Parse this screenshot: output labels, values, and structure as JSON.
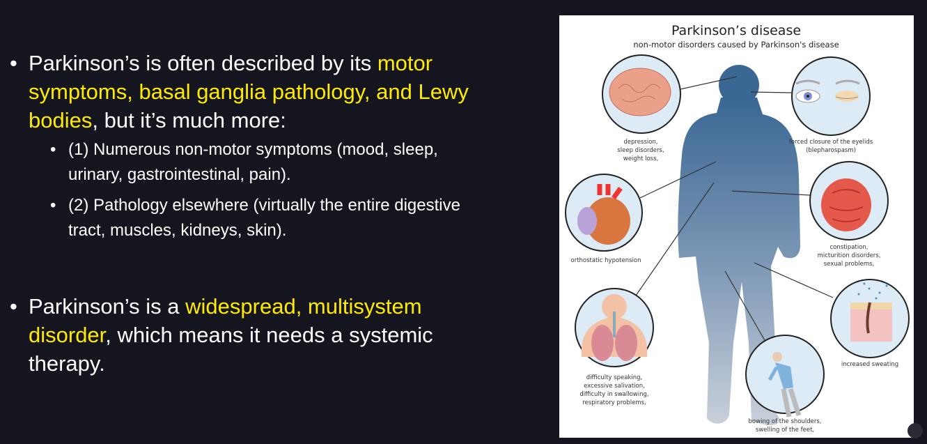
{
  "slide": {
    "bullet1": {
      "pre": "Parkinson’s is often described by its ",
      "highlight": "motor symptoms, basal ganglia pathology, and Lewy bodies",
      "post": ", but it’s much more:"
    },
    "sub_bullets": [
      "(1) Numerous non-motor symptoms (mood, sleep, urinary, gastrointestinal, pain).",
      "(2) Pathology elsewhere (virtually the entire digestive tract, muscles, kidneys, skin)."
    ],
    "bullet2": {
      "pre": "Parkinson’s is a ",
      "highlight": "widespread, multisystem disorder",
      "post": ", which means it needs a systemic therapy."
    },
    "bullet_glyph": "•"
  },
  "figure": {
    "title": "Parkinson’s disease",
    "subtitle": "non-motor disorders caused by Parkinson's disease",
    "labels": {
      "brain": [
        "depression,",
        "sleep disorders,",
        "weight loss,"
      ],
      "eyes": [
        "forced closure of the eyelids",
        "(blepharospasm)"
      ],
      "heart": [
        "orthostatic hypotension"
      ],
      "intestines": [
        "constipation,",
        "micturition disorders,",
        "sexual problems,"
      ],
      "skin": [
        "increased sweating"
      ],
      "lungs": [
        "difficulty speaking,",
        "excessive salivation,",
        "difficulty in swallowing,",
        "respiratory problems,"
      ],
      "posture": [
        "bowing of the shoulders,",
        "swelling of the feet,"
      ]
    }
  },
  "colors": {
    "background": "#15151f",
    "highlight": "#ffeb00",
    "silhouette": "#3d6a97"
  }
}
